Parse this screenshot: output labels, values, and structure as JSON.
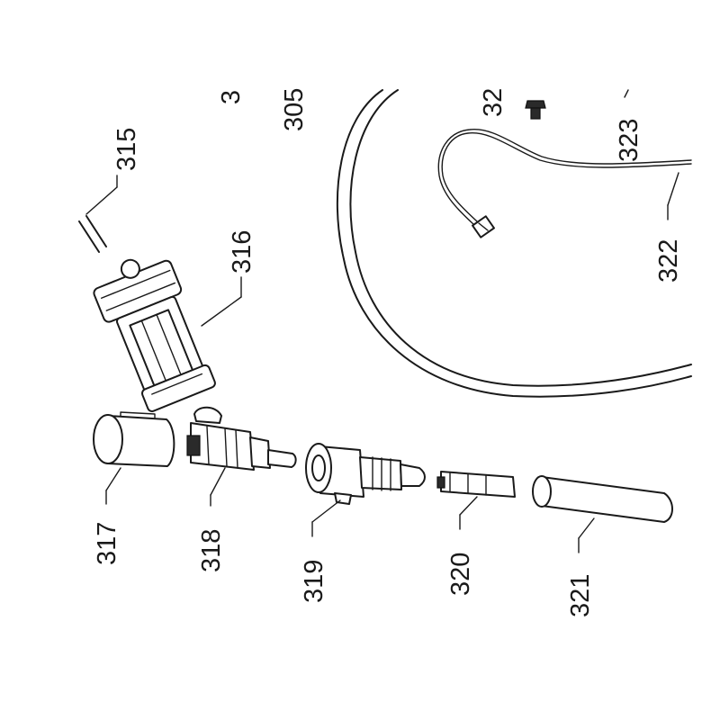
{
  "labels": {
    "p3": "3",
    "p305": "305",
    "p32": "32",
    "p315": "315",
    "p316": "316",
    "p317": "317",
    "p318": "318",
    "p319": "319",
    "p320": "320",
    "p321": "321",
    "p322": "322",
    "p323": "323"
  },
  "colors": {
    "line": "#1a1a1a",
    "background": "#ffffff"
  }
}
